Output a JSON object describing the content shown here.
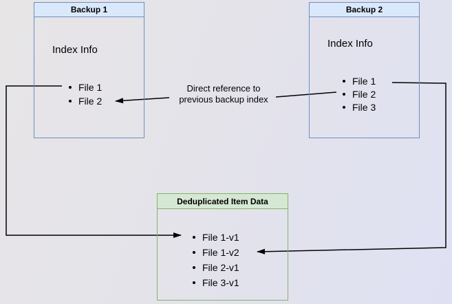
{
  "diagram": {
    "backup1": {
      "title": "Backup 1",
      "subtitle": "Index Info",
      "files": [
        "File 1",
        "File 2"
      ]
    },
    "backup2": {
      "title": "Backup 2",
      "subtitle": "Index Info",
      "files": [
        "File 1",
        "File 2",
        "File 3"
      ]
    },
    "dedup": {
      "title": "Deduplicated Item Data",
      "files": [
        "File 1-v1",
        "File 1-v2",
        "File 2-v1",
        "File 3-v1"
      ]
    },
    "annotations": {
      "direct_reference": {
        "line1": "Direct reference to",
        "line2": "previous backup index"
      }
    },
    "colors": {
      "blue_fill": "#dae8fc",
      "blue_border": "#6c8ebf",
      "green_fill": "#d5e8d4",
      "green_border": "#82b366",
      "arrow": "#000000"
    }
  }
}
